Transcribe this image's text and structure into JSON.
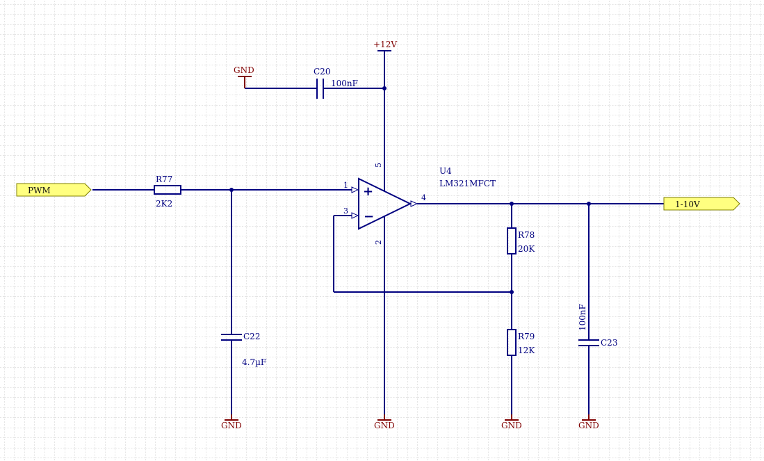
{
  "colors": {
    "background": "#ffffff",
    "grid": "#c8c8c8",
    "wire": "#000080",
    "ground": "#800000",
    "port_fill": "#ffff80",
    "port_stroke": "#808000"
  },
  "ports": {
    "input": "PWM",
    "output": "1-10V"
  },
  "power": {
    "vcc": "+12V",
    "gnd": "GND"
  },
  "components": {
    "r77": {
      "ref": "R77",
      "value": "2K2"
    },
    "r78": {
      "ref": "R78",
      "value": "20K"
    },
    "r79": {
      "ref": "R79",
      "value": "12K"
    },
    "c20": {
      "ref": "C20",
      "value": "100nF"
    },
    "c22": {
      "ref": "C22",
      "value": "4.7µF"
    },
    "c23": {
      "ref": "C23",
      "value": "100nF"
    },
    "u4": {
      "ref": "U4",
      "part": "LM321MFCT"
    }
  },
  "opamp_pins": {
    "noninverting": "1",
    "inverting": "3",
    "output": "4",
    "vplus": "5",
    "vminus": "2"
  },
  "opamp_symbols": {
    "plus": "+",
    "minus": "−"
  }
}
